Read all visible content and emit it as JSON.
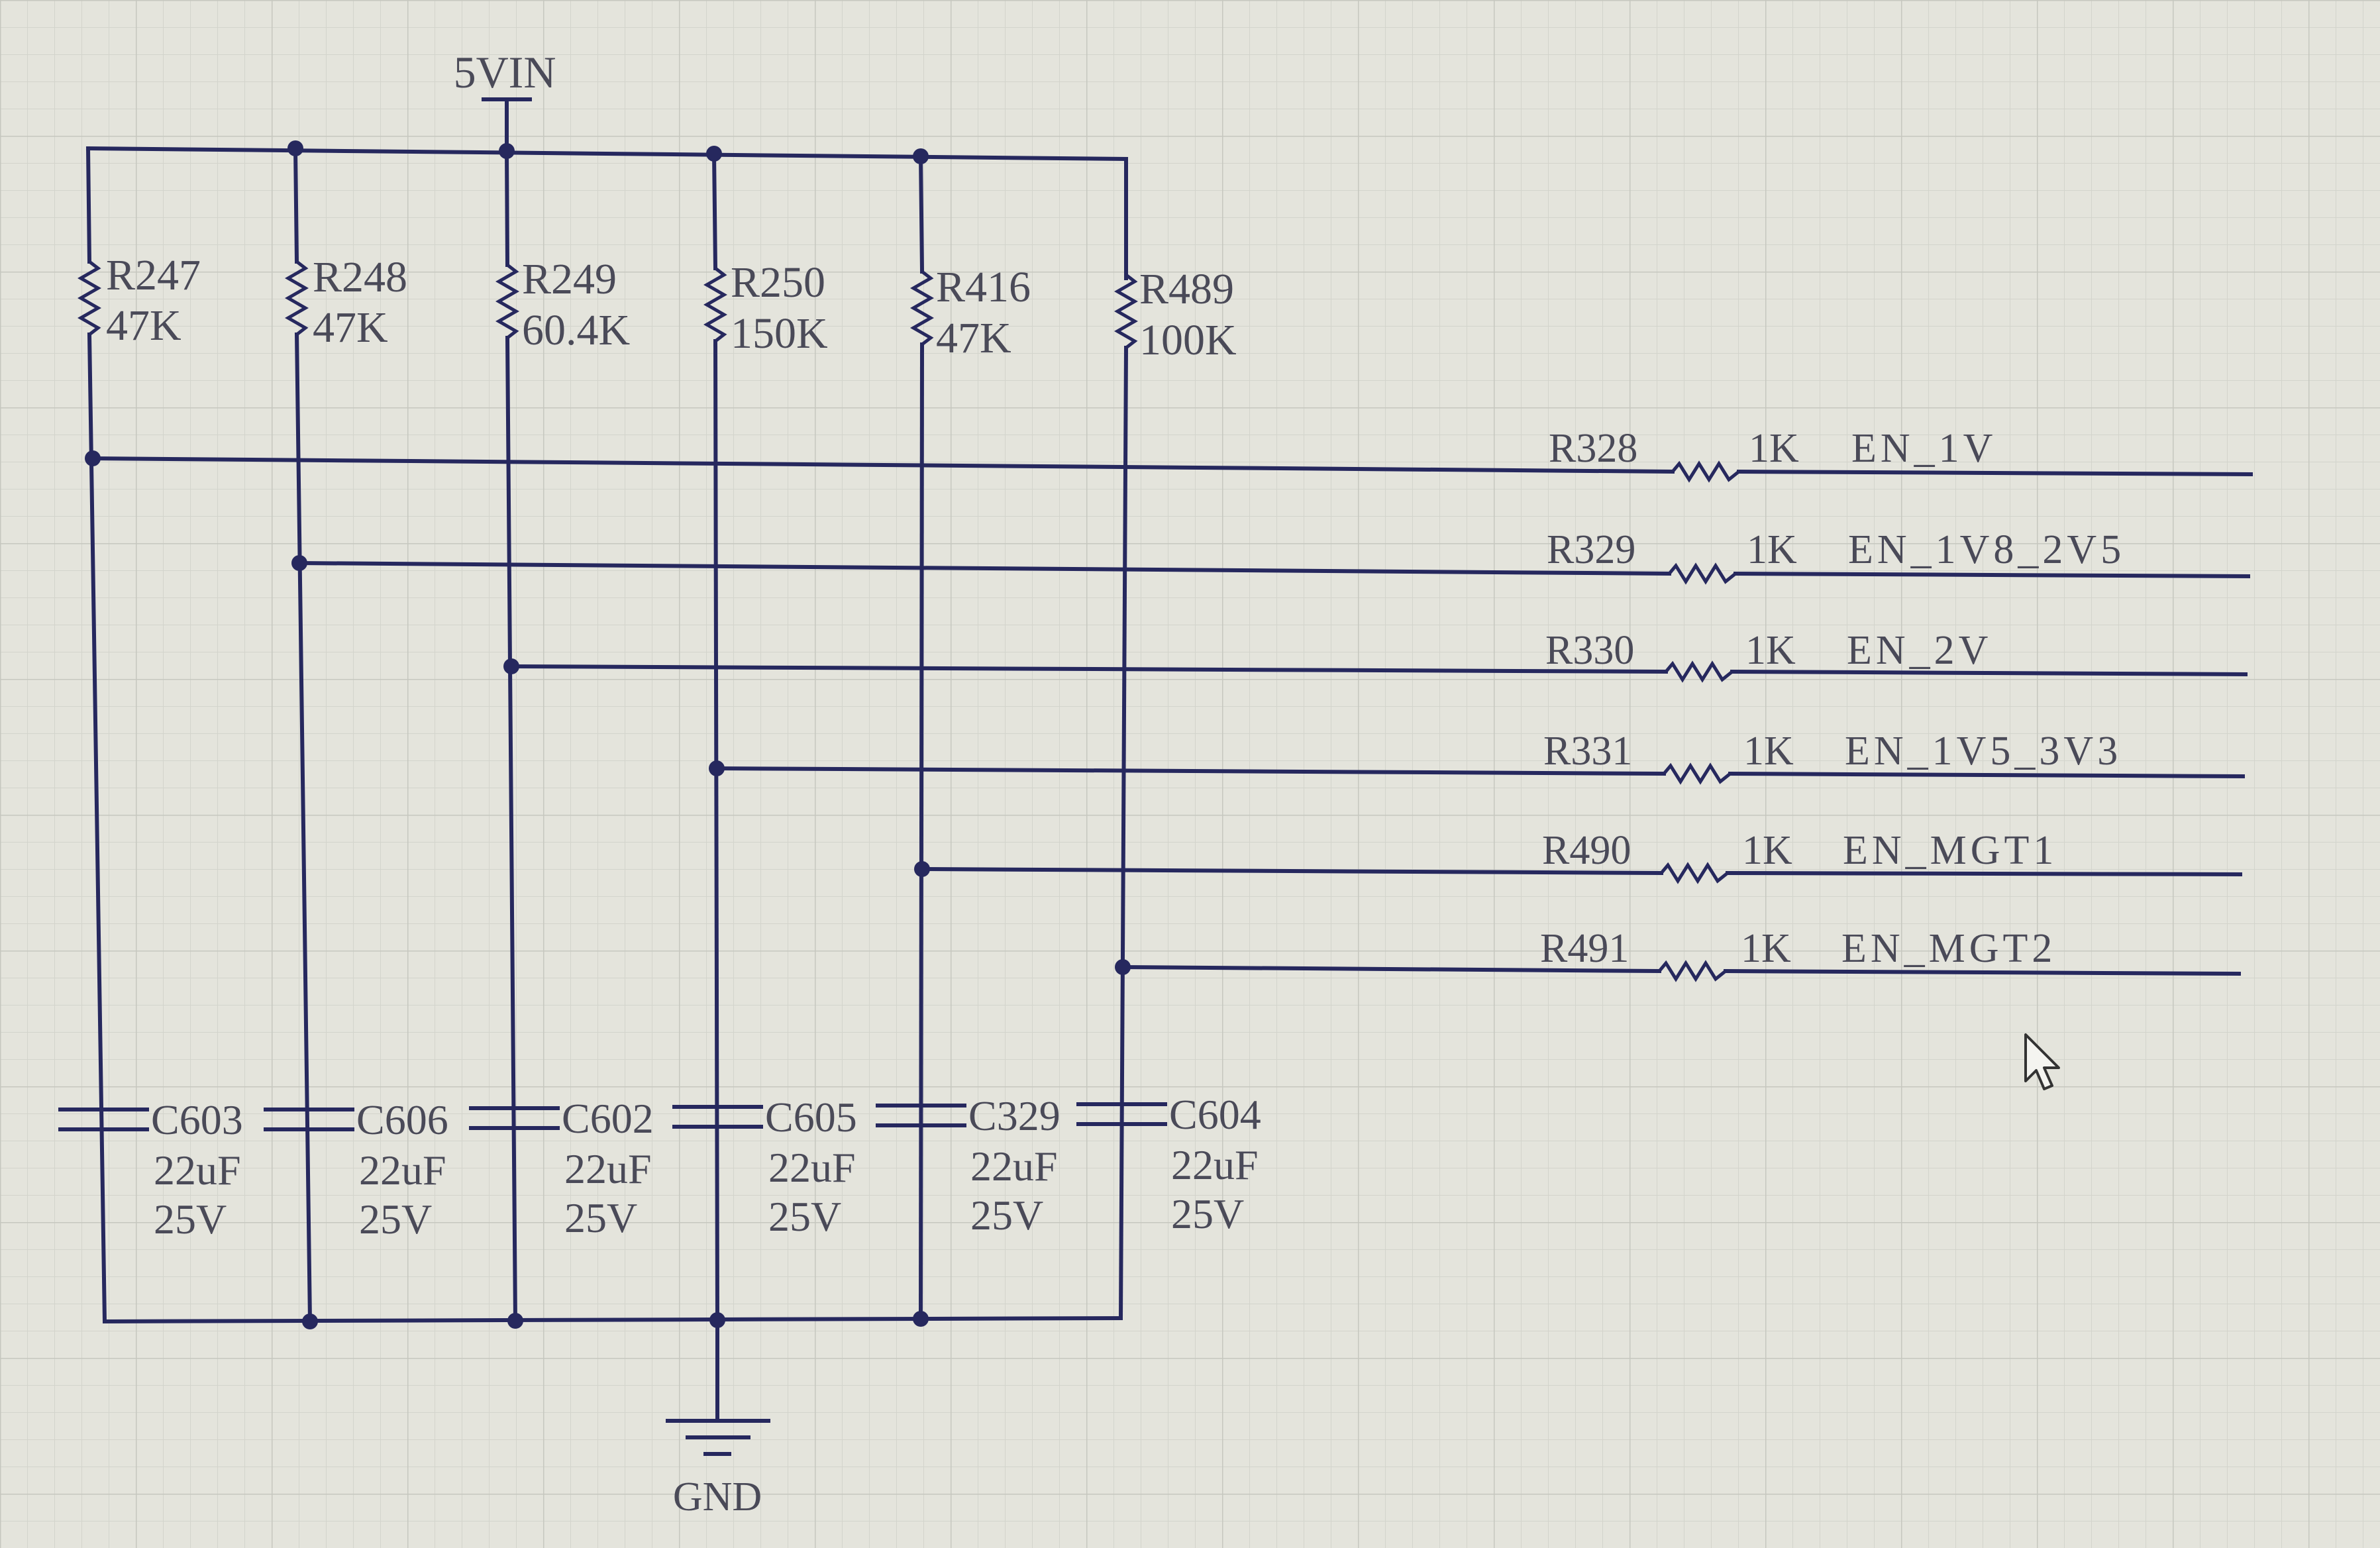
{
  "colors": {
    "background": "#e4e4dc",
    "grid": "#cfd0c8",
    "wire": "#26285e",
    "label": "#4a4a58"
  },
  "power": {
    "label": "5VIN"
  },
  "ground": {
    "label": "GND"
  },
  "pullups": [
    {
      "ref": "R247",
      "value": "47K"
    },
    {
      "ref": "R248",
      "value": "47K"
    },
    {
      "ref": "R249",
      "value": "60.4K"
    },
    {
      "ref": "R250",
      "value": "150K"
    },
    {
      "ref": "R416",
      "value": "47K"
    },
    {
      "ref": "R489",
      "value": "100K"
    }
  ],
  "capacitors": [
    {
      "ref": "C603",
      "value": "22uF",
      "voltage": "25V"
    },
    {
      "ref": "C606",
      "value": "22uF",
      "voltage": "25V"
    },
    {
      "ref": "C602",
      "value": "22uF",
      "voltage": "25V"
    },
    {
      "ref": "C605",
      "value": "22uF",
      "voltage": "25V"
    },
    {
      "ref": "C329",
      "value": "22uF",
      "voltage": "25V"
    },
    {
      "ref": "C604",
      "value": "22uF",
      "voltage": "25V"
    }
  ],
  "series_resistors": [
    {
      "ref": "R328",
      "value": "1K",
      "net": "EN_1V"
    },
    {
      "ref": "R329",
      "value": "1K",
      "net": "EN_1V8_2V5"
    },
    {
      "ref": "R330",
      "value": "1K",
      "net": "EN_2V"
    },
    {
      "ref": "R331",
      "value": "1K",
      "net": "EN_1V5_3V3"
    },
    {
      "ref": "R490",
      "value": "1K",
      "net": "EN_MGT1"
    },
    {
      "ref": "R491",
      "value": "1K",
      "net": "EN_MGT2"
    }
  ],
  "cursor": {
    "icon": "mouse-pointer-icon"
  }
}
